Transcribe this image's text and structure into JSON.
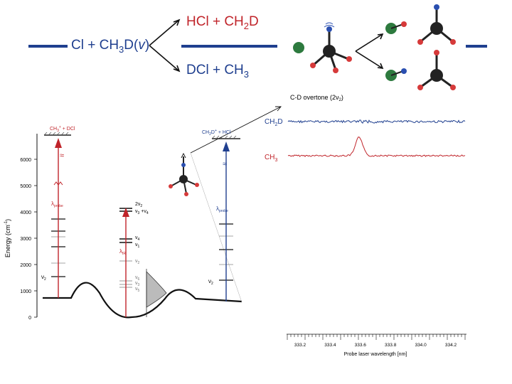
{
  "reaction": {
    "reactants": [
      "Cl + CH",
      "3",
      "D(",
      "v",
      ")"
    ],
    "product_top": [
      "HCl + CH",
      "2",
      "D"
    ],
    "product_bottom": "DCl + CH",
    "product_bottom_sub": "3"
  },
  "energy_diagram": {
    "ylabel": "Energy (cm",
    "ylabel_sup": "-1",
    "ylabel_end": ")",
    "yticks": [
      "0",
      "1000",
      "2000",
      "3000",
      "4000",
      "5000",
      "6000"
    ],
    "left_label": [
      "CH",
      "3",
      "+",
      " + DCl"
    ],
    "right_label": [
      "CH",
      "2",
      "D",
      "+",
      " + HCl"
    ],
    "left_probe": [
      "λ",
      "probe"
    ],
    "right_probe": [
      "λ",
      "probe"
    ],
    "ir": [
      "λ",
      "IR"
    ],
    "left_v2": [
      "ν",
      "2"
    ],
    "right_v2": [
      "ν",
      "2"
    ],
    "mid_labels": {
      "two_v2": [
        "2ν",
        "2"
      ],
      "v3v4": [
        "ν",
        "3",
        " +ν",
        "4"
      ],
      "v4": [
        "ν",
        "4"
      ],
      "v1": [
        "ν",
        "1"
      ],
      "v2": [
        "ν",
        "2"
      ],
      "v6": [
        "ν",
        "6"
      ],
      "v3": [
        "ν",
        "3"
      ],
      "v5": [
        "ν",
        "5"
      ]
    }
  },
  "spectrum": {
    "title": [
      "C-D overtone (2ν",
      "2",
      ")"
    ],
    "trace_top": [
      "CH",
      "2",
      "D"
    ],
    "trace_bottom": [
      "CH",
      "3"
    ],
    "xlabel": "Probe laser wavelength [nm]",
    "xticks": [
      "333.2",
      "333.4",
      "333.6",
      "333.8",
      "334.0",
      "334.2"
    ],
    "colors": {
      "top": "#1f3f8f",
      "bottom": "#c0242a"
    }
  },
  "colors": {
    "blue": "#1f3f8f",
    "red": "#c0242a",
    "green": "#2d7a3e",
    "dark": "#222222"
  }
}
